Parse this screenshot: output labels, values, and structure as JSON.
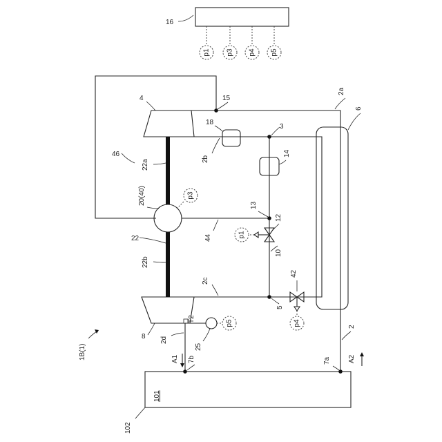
{
  "figure_label": "1B(1)",
  "labels": {
    "ctrl": "16",
    "sens_p1": "p1",
    "sens_p3": "p3",
    "sens_p4": "p4",
    "sens_p5": "p5",
    "n15": "15",
    "n2a": "2a",
    "n4": "4",
    "n18": "18",
    "n3": "3",
    "n6": "6",
    "n46": "46",
    "n22a": "22a",
    "n2b": "2b",
    "n14": "14",
    "n2040": "20(40)",
    "n13": "13",
    "n12": "12",
    "n44": "44",
    "n22": "22",
    "n10": "10",
    "n22b": "22b",
    "n2c": "2c",
    "n42": "42",
    "n5": "5",
    "nT2": "T2",
    "n8": "8",
    "n2d": "2d",
    "n25": "25",
    "n2": "2",
    "nA1": "A1",
    "n7b": "7b",
    "n7a": "7a",
    "nA2": "A2",
    "n101": "101",
    "n102": "102"
  }
}
